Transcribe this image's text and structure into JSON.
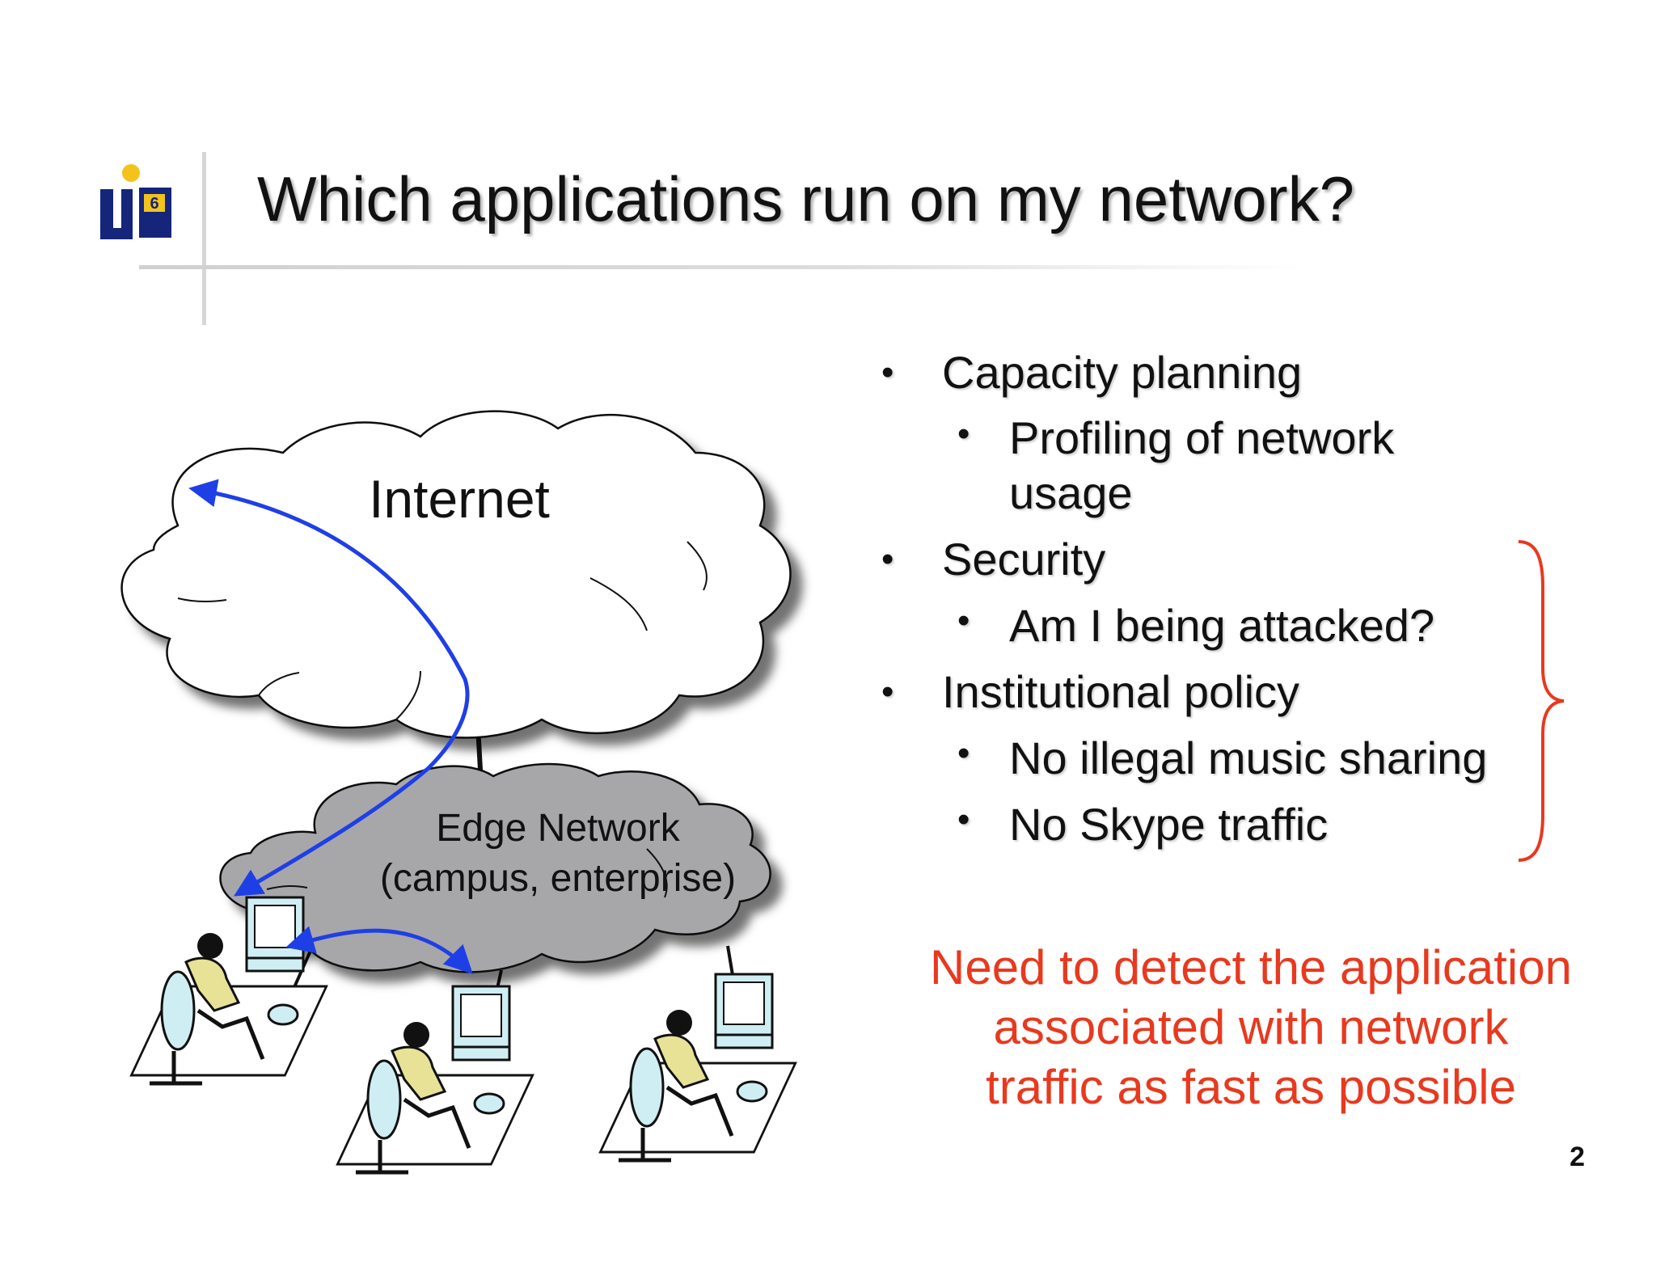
{
  "slide": {
    "title": "Which applications run on my network?",
    "logo_text": "LIP6",
    "page_number": "2"
  },
  "diagram": {
    "internet_label": "Internet",
    "edge_label_line1": "Edge Network",
    "edge_label_line2": "(campus, enterprise)",
    "colors": {
      "arrow": "#1f3fe6",
      "cloud_white": "#ffffff",
      "cloud_gray": "#a7a7aa",
      "person_shirt": "#e8e296",
      "furniture": "#cfeef4"
    }
  },
  "bullets": [
    {
      "level": 1,
      "text": "Capacity planning"
    },
    {
      "level": 2,
      "text": "Profiling of network usage"
    },
    {
      "level": 1,
      "text": "Security"
    },
    {
      "level": 2,
      "text": "Am I being attacked?"
    },
    {
      "level": 1,
      "text": "Institutional policy"
    },
    {
      "level": 2,
      "text": "No illegal music sharing"
    },
    {
      "level": 2,
      "text": "No Skype traffic"
    }
  ],
  "bullet_glyph": "•",
  "note": {
    "line1": "Need to detect the application",
    "line2": "associated with network",
    "line3": "traffic as fast as possible",
    "color": "#e8391f"
  }
}
